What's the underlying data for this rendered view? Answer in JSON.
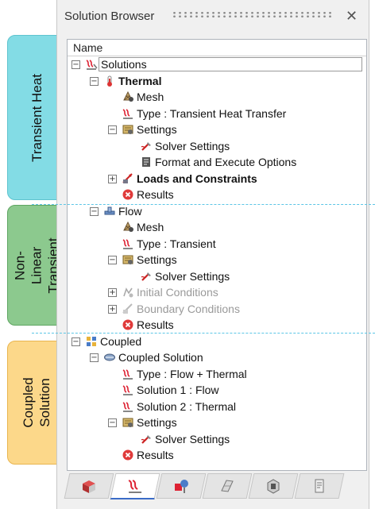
{
  "side_labels": {
    "transient_heat": "Transient Heat",
    "non_linear_transient": "Non-Linear Transient",
    "coupled_solution": "Coupled Solution"
  },
  "panel": {
    "title": "Solution Browser",
    "close": "✕"
  },
  "tree": {
    "header": "Name",
    "rows": [
      {
        "label": "Solutions",
        "icon": "solutions-icon",
        "expander": "−",
        "bold": false,
        "grey": false
      },
      {
        "label": "Thermal",
        "icon": "thermal-icon",
        "expander": "−",
        "bold": true,
        "grey": false
      },
      {
        "label": "Mesh",
        "icon": "mesh-icon",
        "expander": "",
        "bold": false,
        "grey": false
      },
      {
        "label": "Type : Transient Heat Transfer",
        "icon": "type-icon",
        "expander": "",
        "bold": false,
        "grey": false
      },
      {
        "label": "Settings",
        "icon": "settings-icon",
        "expander": "−",
        "bold": false,
        "grey": false
      },
      {
        "label": "Solver Settings",
        "icon": "solver-settings-icon",
        "expander": "",
        "bold": false,
        "grey": false
      },
      {
        "label": "Format and Execute Options",
        "icon": "format-options-icon",
        "expander": "",
        "bold": false,
        "grey": false
      },
      {
        "label": "Loads and Constraints",
        "icon": "loads-icon",
        "expander": "+",
        "bold": true,
        "grey": false
      },
      {
        "label": "Results",
        "icon": "results-icon",
        "expander": "",
        "bold": false,
        "grey": false
      },
      {
        "label": "Flow",
        "icon": "flow-icon",
        "expander": "−",
        "bold": false,
        "grey": false
      },
      {
        "label": "Mesh",
        "icon": "mesh-icon",
        "expander": "",
        "bold": false,
        "grey": false
      },
      {
        "label": "Type : Transient",
        "icon": "type-icon",
        "expander": "",
        "bold": false,
        "grey": false
      },
      {
        "label": "Settings",
        "icon": "settings-icon",
        "expander": "−",
        "bold": false,
        "grey": false
      },
      {
        "label": "Solver Settings",
        "icon": "solver-settings-icon",
        "expander": "",
        "bold": false,
        "grey": false
      },
      {
        "label": "Initial Conditions",
        "icon": "initial-conditions-icon",
        "expander": "+",
        "bold": false,
        "grey": true
      },
      {
        "label": "Boundary Conditions",
        "icon": "boundary-conditions-icon",
        "expander": "+",
        "bold": false,
        "grey": true
      },
      {
        "label": "Results",
        "icon": "results-icon",
        "expander": "",
        "bold": false,
        "grey": false
      },
      {
        "label": "Coupled",
        "icon": "coupled-icon",
        "expander": "−",
        "bold": false,
        "grey": false
      },
      {
        "label": "Coupled Solution",
        "icon": "coupled-solution-icon",
        "expander": "−",
        "bold": false,
        "grey": false
      },
      {
        "label": "Type : Flow + Thermal",
        "icon": "type-icon",
        "expander": "",
        "bold": false,
        "grey": false
      },
      {
        "label": "Solution 1 : Flow",
        "icon": "type-icon",
        "expander": "",
        "bold": false,
        "grey": false
      },
      {
        "label": "Solution 2 : Thermal",
        "icon": "type-icon",
        "expander": "",
        "bold": false,
        "grey": false
      },
      {
        "label": "Settings",
        "icon": "settings-icon",
        "expander": "−",
        "bold": false,
        "grey": false
      },
      {
        "label": "Solver Settings",
        "icon": "solver-settings-icon",
        "expander": "",
        "bold": false,
        "grey": false
      },
      {
        "label": "Results",
        "icon": "results-icon",
        "expander": "",
        "bold": false,
        "grey": false
      }
    ]
  },
  "tabs": [
    {
      "icon": "model-cubes-icon",
      "active": false
    },
    {
      "icon": "solution-tab-icon",
      "active": true
    },
    {
      "icon": "parts-tab-icon",
      "active": false
    },
    {
      "icon": "geometry-tab-icon",
      "active": false
    },
    {
      "icon": "view-tab-icon",
      "active": false
    },
    {
      "icon": "script-tab-icon",
      "active": false
    }
  ],
  "colors": {
    "transient_heat": "#83dce5",
    "non_linear_transient": "#8cc98e",
    "coupled_solution": "#fcd88a",
    "divider": "#5cc6e6",
    "active_tab": "#3a6bc7"
  }
}
